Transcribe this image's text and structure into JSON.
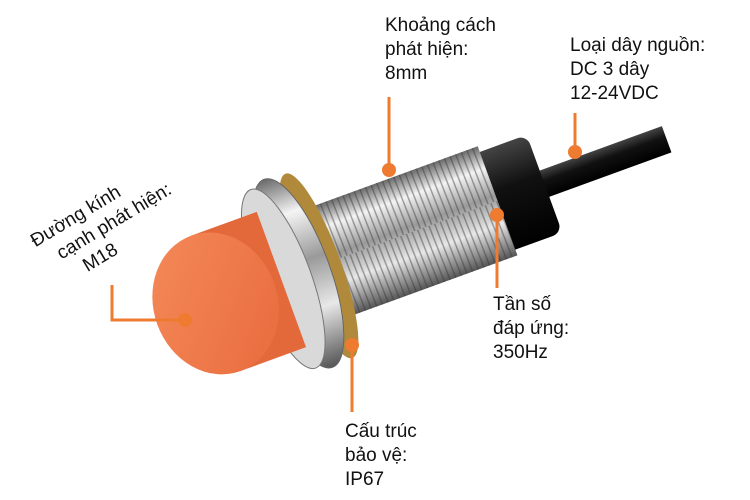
{
  "accent_color": "#ee7b30",
  "labels": {
    "detection_distance": {
      "lines": [
        "Khoảng cách",
        "phát hiện:",
        "8mm"
      ]
    },
    "power_wire": {
      "lines": [
        "Loại dây nguồn:",
        "DC 3 dây",
        "12-24VDC"
      ]
    },
    "diameter": {
      "lines": [
        "Đường kính",
        "cạnh phát hiện:",
        "M18"
      ]
    },
    "response_frequency": {
      "lines": [
        "Tần số",
        "đáp ứng:",
        "350Hz"
      ]
    },
    "protection": {
      "lines": [
        "Cấu trúc",
        "bảo vệ:",
        "IP67"
      ]
    }
  }
}
